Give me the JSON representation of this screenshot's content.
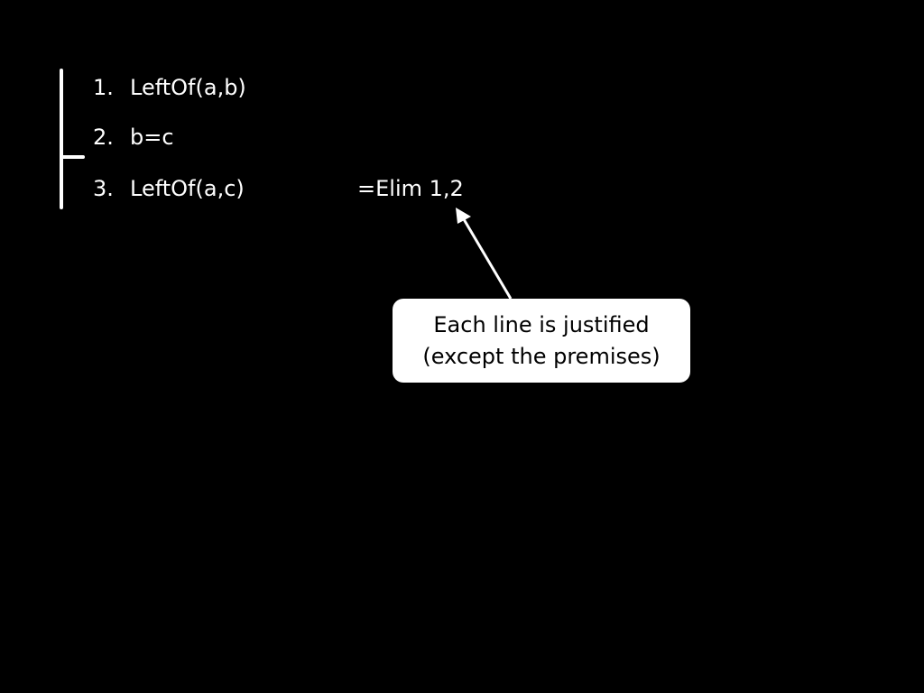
{
  "proof": {
    "lines": [
      {
        "number": "1.",
        "sentence": "LeftOf(a,b)",
        "justification": ""
      },
      {
        "number": "2.",
        "sentence": "b=c",
        "justification": ""
      },
      {
        "number": "3.",
        "sentence": "LeftOf(a,c)",
        "justification": "=Elim 1,2"
      }
    ]
  },
  "callout": {
    "line1": "Each line is justified",
    "line2": "(except the premises)"
  },
  "colors": {
    "background": "#000000",
    "foreground": "#ffffff",
    "callout_text": "#000000"
  }
}
